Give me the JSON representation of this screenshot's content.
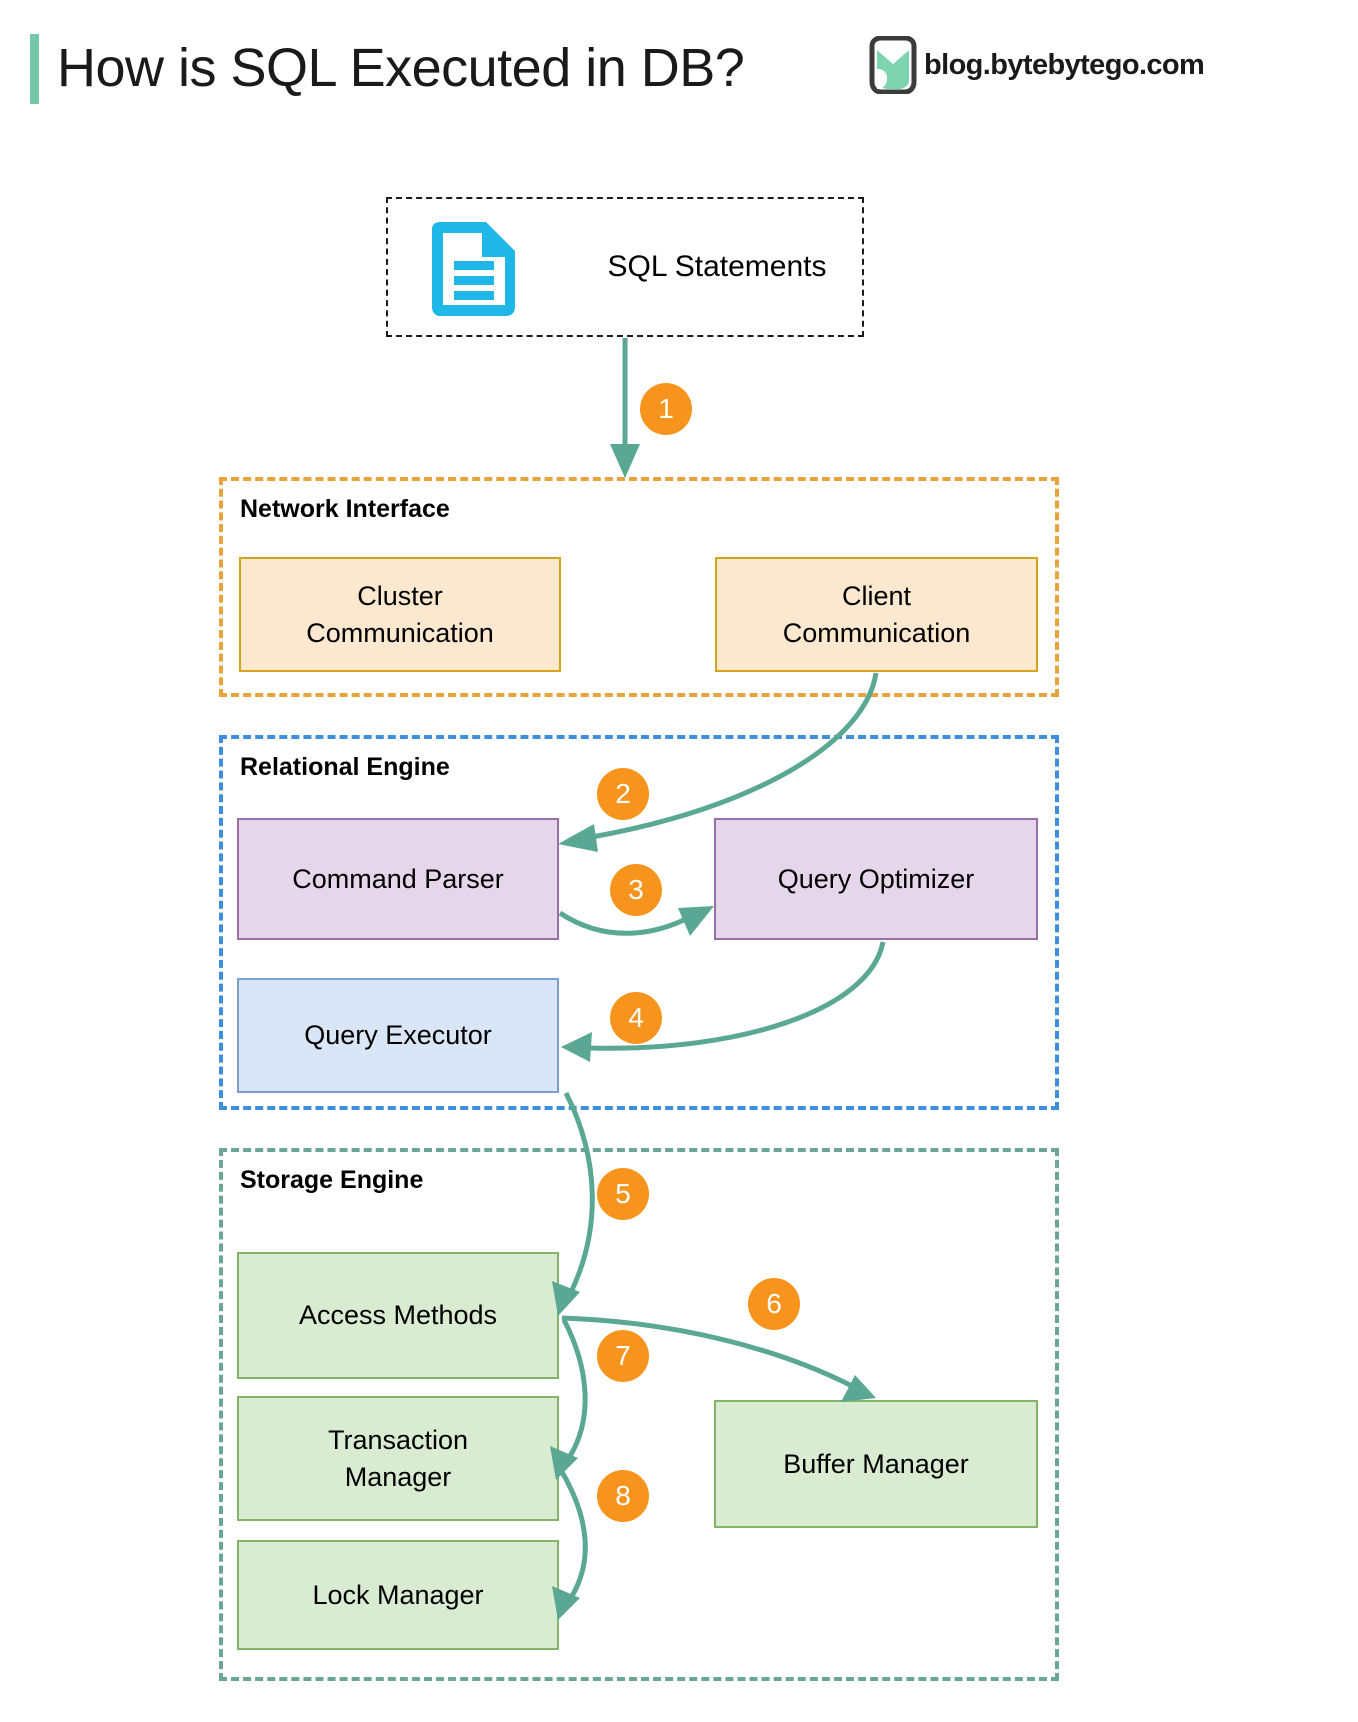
{
  "header": {
    "title": "How is SQL Executed in DB?",
    "brand_text": "blog.bytebytego.com",
    "logo_icon": "bytebytego-logo-icon",
    "accent_color": "#74c7a8"
  },
  "source": {
    "label": "SQL Statements",
    "icon": "document-icon",
    "icon_color": "#1fb6e8",
    "border_style": "dashed",
    "border_color": "#1a1a1a"
  },
  "groups": [
    {
      "id": "network-interface",
      "label": "Network Interface",
      "border_color": "#e8a33d",
      "nodes": [
        {
          "id": "cluster-communication",
          "label": "Cluster\nCommunication",
          "line1": "Cluster",
          "line2": "Communication",
          "fill": "#fce7cf",
          "stroke": "#d6a419"
        },
        {
          "id": "client-communication",
          "label": "Client\nCommunication",
          "line1": "Client",
          "line2": "Communication",
          "fill": "#fce7cf",
          "stroke": "#d6a419"
        }
      ]
    },
    {
      "id": "relational-engine",
      "label": "Relational Engine",
      "border_color": "#3d8ede",
      "nodes": [
        {
          "id": "command-parser",
          "label": "Command Parser",
          "fill": "#e6d6ea",
          "stroke": "#9a6fa5"
        },
        {
          "id": "query-optimizer",
          "label": "Query Optimizer",
          "fill": "#e6d6ea",
          "stroke": "#9a6fa5"
        },
        {
          "id": "query-executor",
          "label": "Query Executor",
          "fill": "#d9e6f7",
          "stroke": "#7b9fd1"
        }
      ]
    },
    {
      "id": "storage-engine",
      "label": "Storage Engine",
      "border_color": "#6aa596",
      "nodes": [
        {
          "id": "access-methods",
          "label": "Access Methods",
          "fill": "#d9ebd0",
          "stroke": "#84b36a"
        },
        {
          "id": "transaction-manager",
          "label": "Transaction\nManager",
          "line1": "Transaction",
          "line2": "Manager",
          "fill": "#d9ebd0",
          "stroke": "#84b36a"
        },
        {
          "id": "lock-manager",
          "label": "Lock Manager",
          "fill": "#d9ebd0",
          "stroke": "#84b36a"
        },
        {
          "id": "buffer-manager",
          "label": "Buffer Manager",
          "fill": "#d9ebd0",
          "stroke": "#84b36a"
        }
      ]
    }
  ],
  "steps": [
    {
      "number": "1",
      "from": "SQL Statements",
      "to": "Network Interface"
    },
    {
      "number": "2",
      "from": "Client Communication",
      "to": "Command Parser"
    },
    {
      "number": "3",
      "from": "Command Parser",
      "to": "Query Optimizer"
    },
    {
      "number": "4",
      "from": "Query Optimizer",
      "to": "Query Executor"
    },
    {
      "number": "5",
      "from": "Query Executor",
      "to": "Access Methods"
    },
    {
      "number": "6",
      "from": "Access Methods",
      "to": "Buffer Manager"
    },
    {
      "number": "7",
      "from": "Access Methods",
      "to": "Transaction Manager"
    },
    {
      "number": "8",
      "from": "Transaction Manager",
      "to": "Lock Manager"
    }
  ],
  "colors": {
    "badge": "#f7941e",
    "arrow": "#5aa894",
    "accent_green": "#74c7a8"
  }
}
